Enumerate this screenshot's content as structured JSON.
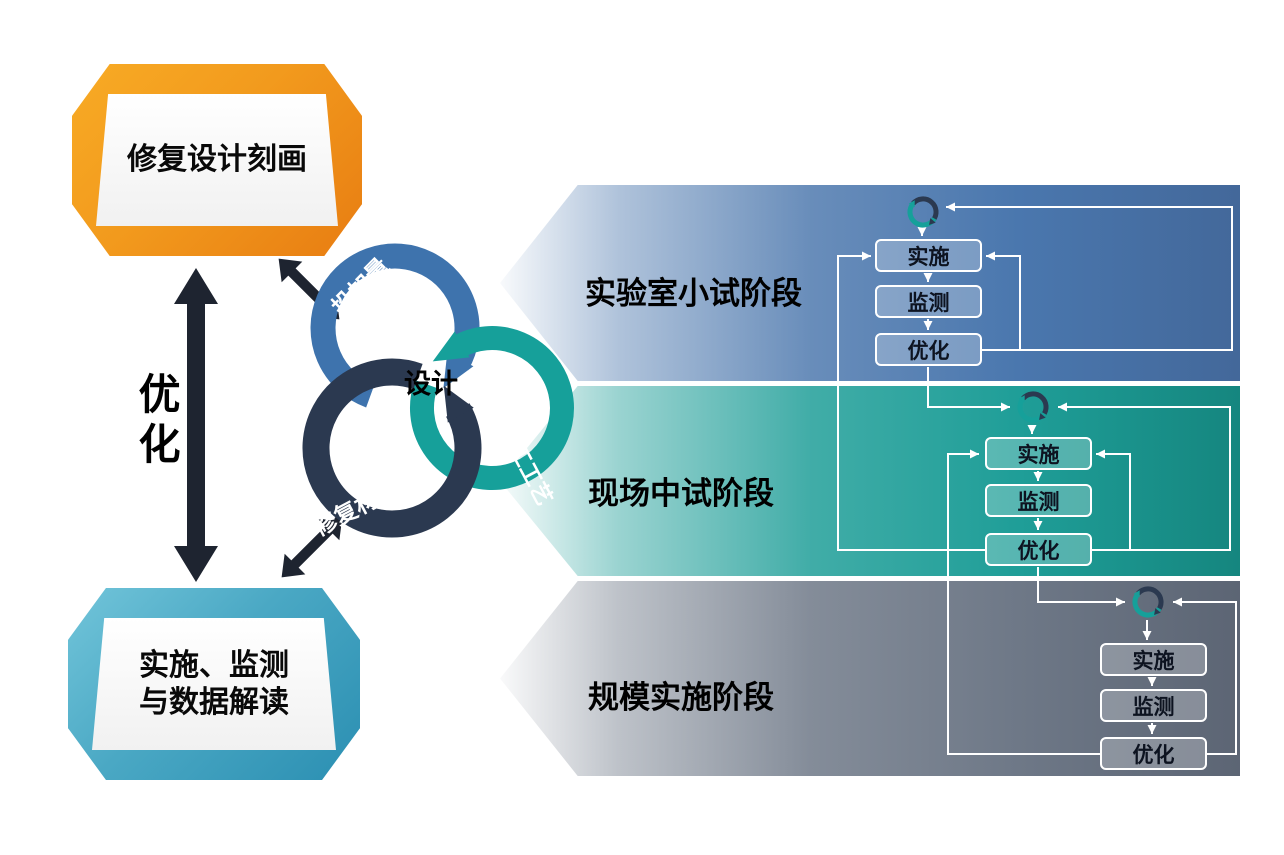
{
  "diagram": {
    "top_box": {
      "label": "修复设计刻画"
    },
    "bottom_box": {
      "line1": "实施、监测",
      "line2": "与数据解读"
    },
    "optimize_arrow": {
      "label": "优化"
    },
    "design_cycle": {
      "center_label": "设计",
      "rings": [
        {
          "label": "投加量",
          "color": "#3E73AD"
        },
        {
          "label": "施工工艺",
          "color": "#16A09A"
        },
        {
          "label": "修复材料",
          "color": "#2B3950"
        }
      ]
    },
    "stages": [
      {
        "label": "实验室小试阶段",
        "color": "#4A77AE",
        "steps": [
          "实施",
          "监测",
          "优化"
        ]
      },
      {
        "label": "现场中试阶段",
        "color": "#1F9E98",
        "steps": [
          "实施",
          "监测",
          "优化"
        ]
      },
      {
        "label": "规模实施阶段",
        "color": "#6E7887",
        "steps": [
          "实施",
          "监测",
          "优化"
        ]
      }
    ],
    "icons": {
      "stage_cycle_icon": "cycle-sync-icon"
    },
    "palette": {
      "stage1": "#4A77AE",
      "stage2": "#1F9E98",
      "stage3": "#6E7887",
      "ring_blue": "#3E73AD",
      "ring_teal": "#16A09A",
      "ring_navy": "#2B3950",
      "badge_orange": "#F09420",
      "badge_teal": "#4AA8C4",
      "arrow_dark": "#1E2430"
    }
  }
}
